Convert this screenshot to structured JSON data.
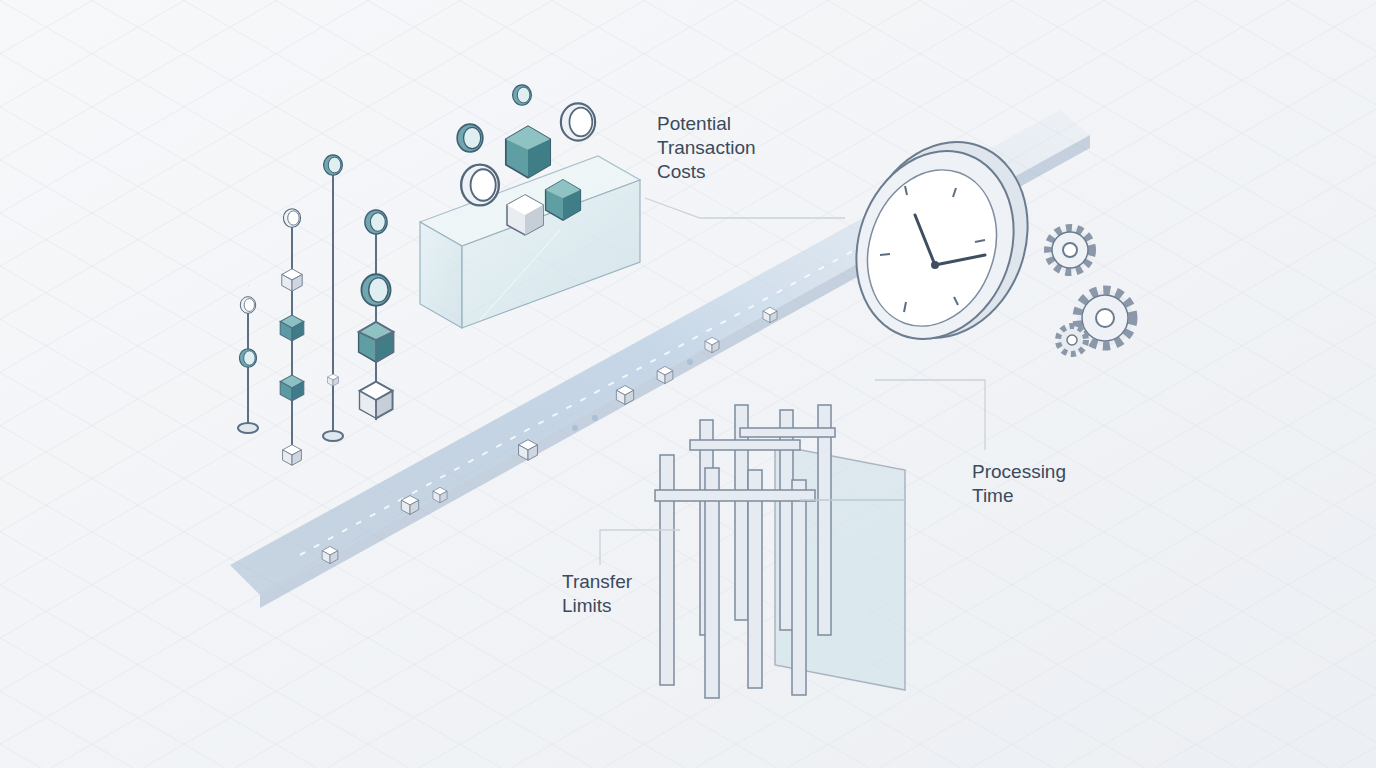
{
  "diagram": {
    "labels": [
      "Potential Transaction Costs",
      "Processing Time",
      "Transfer Limits"
    ]
  }
}
